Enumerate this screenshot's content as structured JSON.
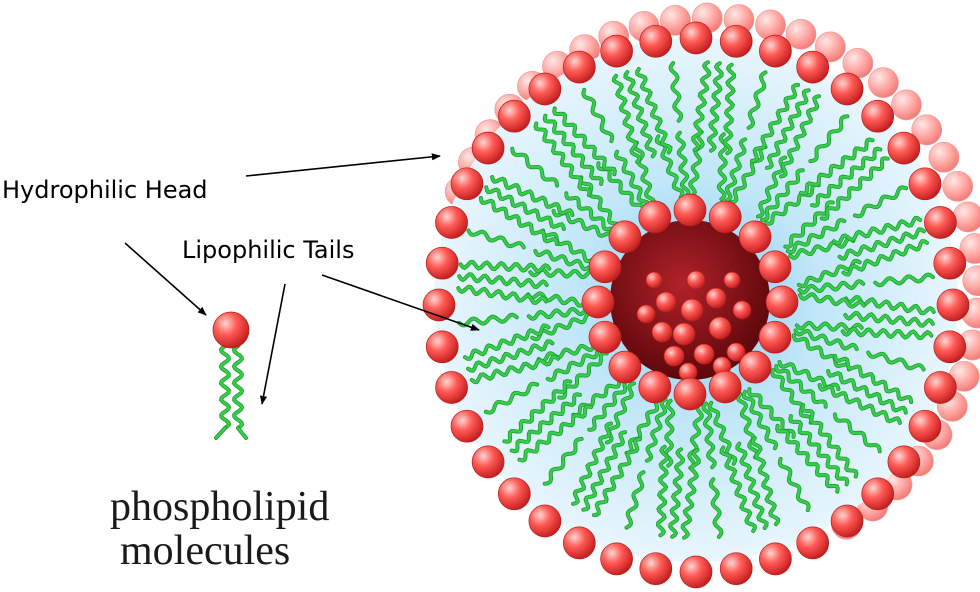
{
  "labels": {
    "head": "Hydrophilic Head",
    "tails": "Lipophilic Tails",
    "caption_line1": "phospholipid",
    "caption_line2": "molecules"
  },
  "colors": {
    "head_fill": "#ff5a55",
    "head_highlight": "#ffd6d2",
    "head_shadow": "#c41f1f",
    "tail": "#36cf4c",
    "tail_edge": "#1f9a2f",
    "halo": "#bfe6f8",
    "core": "#8e0f12",
    "arrow": "#000000"
  },
  "structure": {
    "outer_head_count": 40,
    "inner_head_count": 16,
    "tail_bundle_count": 16,
    "chains_per_bundle": 3
  }
}
